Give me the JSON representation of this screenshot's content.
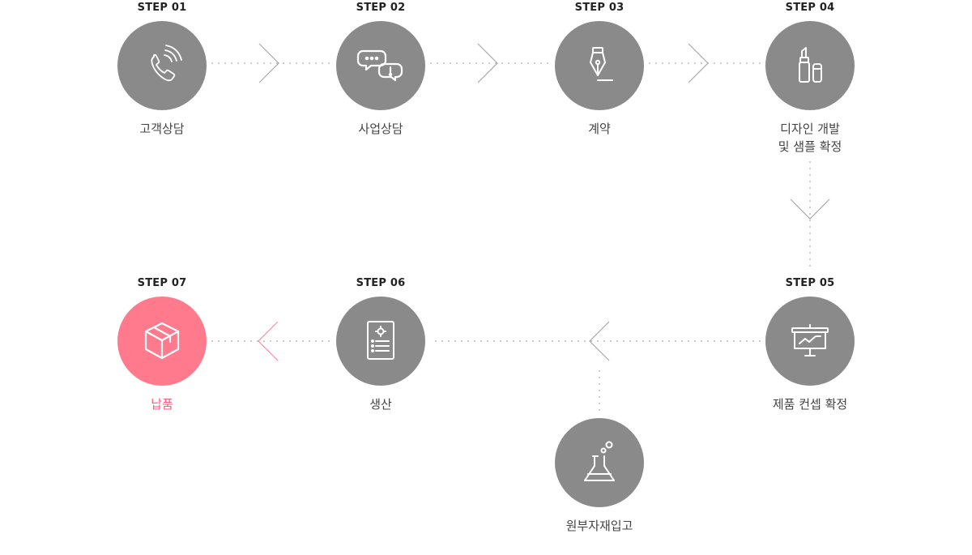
{
  "colors": {
    "circle": "#8a8a8a",
    "active_circle": "#ff7a8c",
    "active_text": "#ff5b7a",
    "text": "#444444",
    "connector": "#c8c8c8",
    "chevron": "#a8a8a8",
    "active_chevron": "#ff8a9e"
  },
  "steps": {
    "s1": {
      "label": "STEP 01",
      "name": [
        "고객상담"
      ],
      "icon": "phone-icon"
    },
    "s2": {
      "label": "STEP 02",
      "name": [
        "사업상담"
      ],
      "icon": "chat-bubbles-icon"
    },
    "s3": {
      "label": "STEP 03",
      "name": [
        "계약"
      ],
      "icon": "fountain-pen-icon"
    },
    "s4": {
      "label": "STEP 04",
      "name": [
        "디자인 개발",
        "및 샘플 확정"
      ],
      "icon": "cosmetics-icon"
    },
    "s5": {
      "label": "STEP 05",
      "name": [
        "제품 컨셉 확정"
      ],
      "icon": "presentation-board-icon"
    },
    "s6": {
      "label": "STEP 06",
      "name": [
        "생산"
      ],
      "icon": "document-list-icon"
    },
    "s7": {
      "label": "STEP 07",
      "name": [
        "납품"
      ],
      "icon": "package-box-icon",
      "active": true
    },
    "sub": {
      "label": "",
      "name": [
        "원부자재입고"
      ],
      "icon": "flask-icon"
    }
  }
}
